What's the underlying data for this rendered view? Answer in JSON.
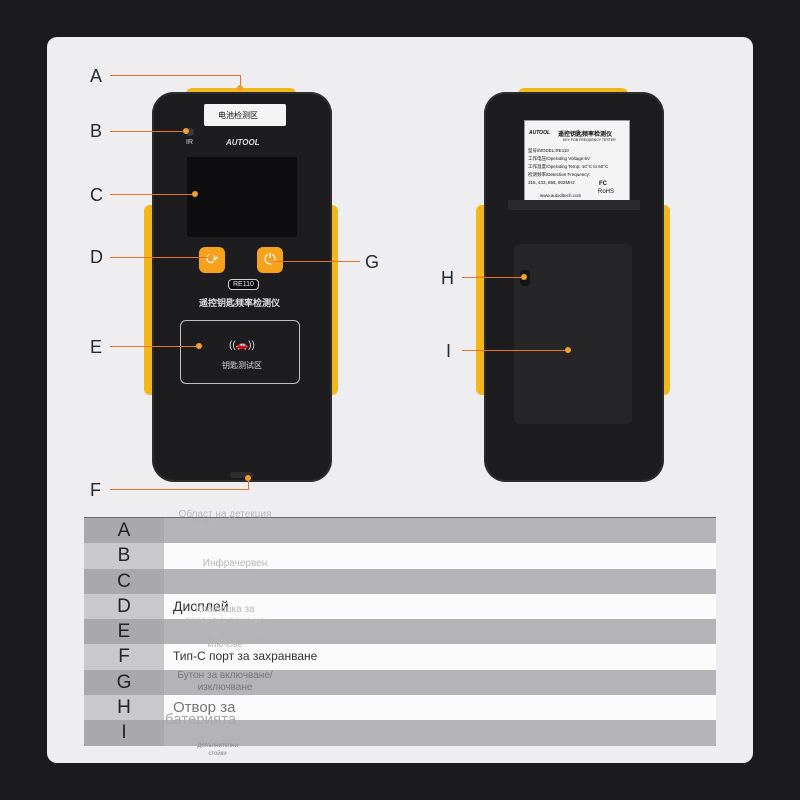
{
  "callouts": [
    "A",
    "B",
    "C",
    "D",
    "E",
    "F",
    "G",
    "H",
    "I"
  ],
  "device_front": {
    "banner": "电池检测区",
    "ir": "IR",
    "brand": "AUTOOL",
    "model": "RE110",
    "title": "遥控钥匙频率检测仪",
    "key_zone": "钥匙测试区"
  },
  "device_back": {
    "brand": "AUTOOL",
    "label_title": "遥控钥匙频率检测仪",
    "label_sub": "KEY FOB FREQUENCY TESTER",
    "lines": [
      "型号/MODEL:RE110",
      "工作电压/Operating Voltage:6V",
      "工作温度/Operating Temp:-10°C to 60°C",
      "检测频率/Detection Frequency:",
      "315, 433, 868, 902MHz"
    ],
    "site": "www.autooltech.com",
    "marks": [
      "FC",
      "RoHS"
    ]
  },
  "table": {
    "rows": [
      {
        "letter": "A",
        "desc": ""
      },
      {
        "letter": "B",
        "desc": ""
      },
      {
        "letter": "C",
        "desc": ""
      },
      {
        "letter": "D",
        "desc": "Дисплей"
      },
      {
        "letter": "E",
        "desc": ""
      },
      {
        "letter": "F",
        "desc": "Тип-С порт за захранване"
      },
      {
        "letter": "G",
        "desc": ""
      },
      {
        "letter": "H",
        "desc": "Отвор за"
      },
      {
        "letter": "I",
        "desc": ""
      }
    ]
  },
  "overlay_text": {
    "a": "Област на детекция на батерията",
    "b": "Инфрачервен приемник",
    "d": "Клавишка за превключване на",
    "e": "Област за тестване на ключове",
    "g": "Бутон за включване/изключване",
    "h": "батерията",
    "i": "Допълнителни стойки"
  }
}
